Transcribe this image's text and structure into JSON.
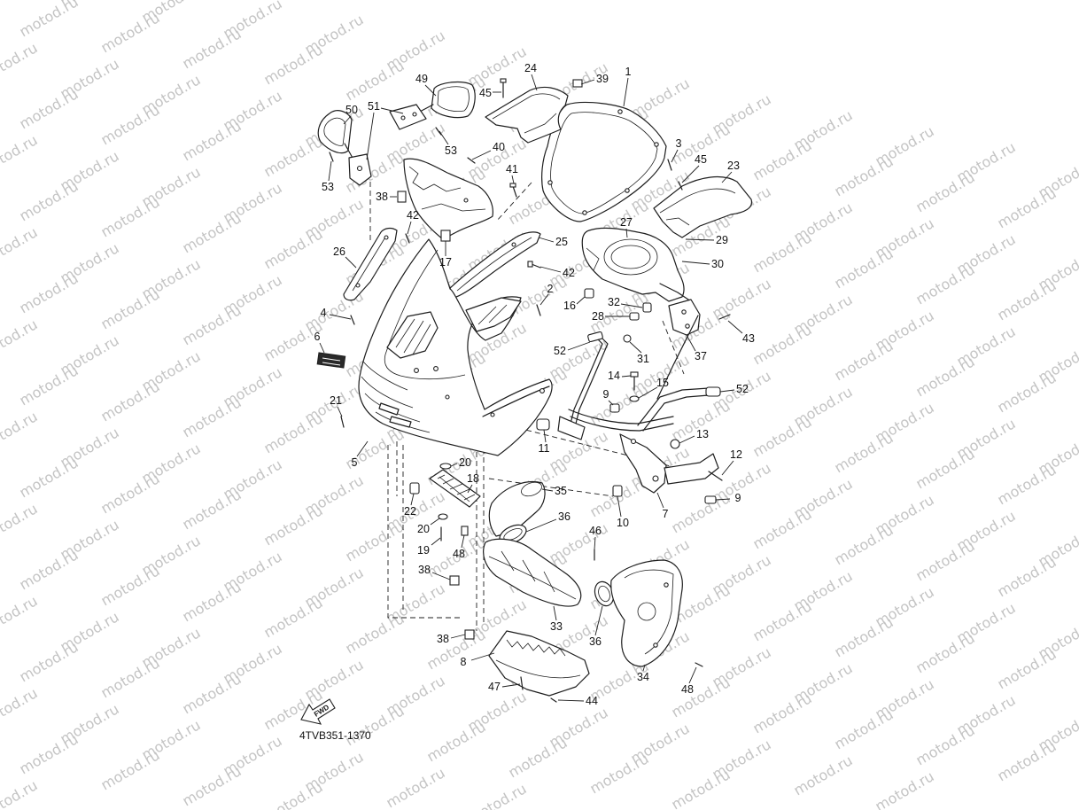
{
  "diagram": {
    "code": "4TVB351-1370",
    "fwd_label": "FWD",
    "watermark": "motod.ru",
    "callouts": [
      "49",
      "50",
      "51",
      "53",
      "53",
      "45",
      "24",
      "39",
      "1",
      "40",
      "41",
      "3",
      "45",
      "23",
      "38",
      "42",
      "27",
      "25",
      "29",
      "30",
      "26",
      "17",
      "42",
      "2",
      "16",
      "32",
      "28",
      "4",
      "43",
      "6",
      "52",
      "31",
      "37",
      "14",
      "15",
      "52",
      "9",
      "21",
      "13",
      "11",
      "5",
      "20",
      "12",
      "18",
      "35",
      "7",
      "10",
      "9",
      "22",
      "36",
      "20",
      "46",
      "19",
      "48",
      "38",
      "33",
      "38",
      "36",
      "8",
      "34",
      "48",
      "47",
      "44"
    ]
  },
  "colors": {
    "line": "#1e1e1e",
    "watermark": "#c4c4c4",
    "background": "#ffffff"
  }
}
